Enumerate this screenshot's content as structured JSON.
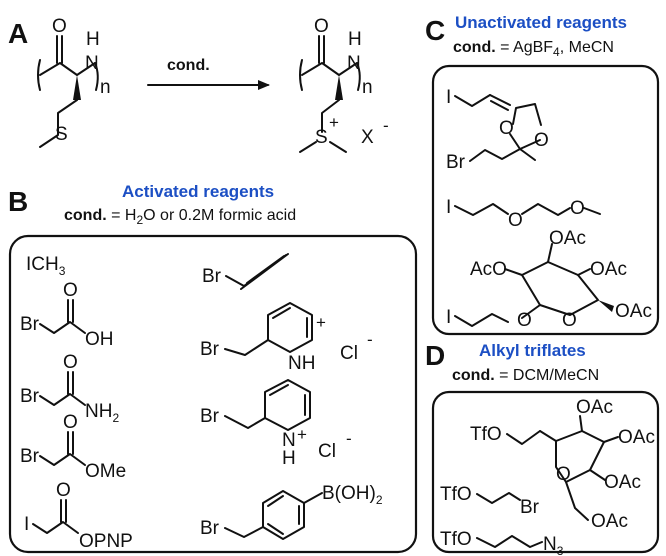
{
  "panels": {
    "A": {
      "letter": "A",
      "arrow_label": "cond.",
      "reactant": {
        "O": "O",
        "N": "N",
        "H": "H",
        "n": "n",
        "S": "S"
      },
      "product": {
        "O": "O",
        "N": "N",
        "H": "H",
        "n": "n",
        "S": "S",
        "plus": "+",
        "X": "X",
        "minus": "-"
      }
    },
    "B": {
      "letter": "B",
      "heading": "Activated reagents",
      "cond_label": "cond.",
      "cond_pre": " = H",
      "cond_sub": "2",
      "cond_post": "O or 0.2M formic acid",
      "reagents": {
        "ich3_pre": "ICH",
        "ich3_sub": "3",
        "bromoacetic": {
          "Br": "Br",
          "O": "O",
          "OH": "OH"
        },
        "bromoacetamide": {
          "Br": "Br",
          "O": "O",
          "NH": "NH",
          "sub": "2"
        },
        "methyl_ester": {
          "Br": "Br",
          "O": "O",
          "OMe": "OMe"
        },
        "pnp_ester": {
          "I": "I",
          "O": "O",
          "OPNP": "OPNP"
        },
        "propargyl": {
          "Br": "Br"
        },
        "pyridinium3": {
          "Br": "Br",
          "NH": "NH",
          "plus": "+",
          "Cl": "Cl",
          "minus": "-"
        },
        "pyridinium2": {
          "Br": "Br",
          "N": "N",
          "H": "H",
          "plus": "+",
          "Cl": "Cl",
          "minus": "-"
        },
        "boronic": {
          "Br": "Br",
          "B": "B(OH)",
          "sub": "2"
        }
      }
    },
    "C": {
      "letter": "C",
      "heading": "Unactivated reagents",
      "cond_label": "cond.",
      "cond_pre": " = AgBF",
      "cond_sub": "4",
      "cond_post": ", MeCN",
      "reagents": {
        "allyl": {
          "I": "I"
        },
        "dioxolane": {
          "Br": "Br",
          "O1": "O",
          "O2": "O"
        },
        "peg": {
          "I": "I",
          "O1": "O",
          "O2": "O"
        },
        "glycoside": {
          "I": "I",
          "O_link": "O",
          "O_ring": "O",
          "OAc_top": "OAc",
          "AcO_left": "AcO",
          "OAc_right": "OAc",
          "OAc_bottom": "OAc"
        }
      }
    },
    "D": {
      "letter": "D",
      "heading": "Alkyl triflates",
      "cond_label": "cond.",
      "cond_text": " =  DCM/MeCN",
      "reagents": {
        "glyco_triflate": {
          "TfO": "TfO",
          "O_ring": "O",
          "OAc_top": "OAc",
          "OAc_right": "OAc",
          "OAc_mid": "OAc",
          "OAc_bottom": "OAc"
        },
        "bromo_triflate": {
          "TfO": "TfO",
          "Br": "Br"
        },
        "azido_triflate": {
          "TfO": "TfO",
          "N": "N",
          "sub": "3"
        }
      }
    }
  },
  "colors": {
    "heading": "#1c4fc4",
    "ink": "#111111"
  }
}
